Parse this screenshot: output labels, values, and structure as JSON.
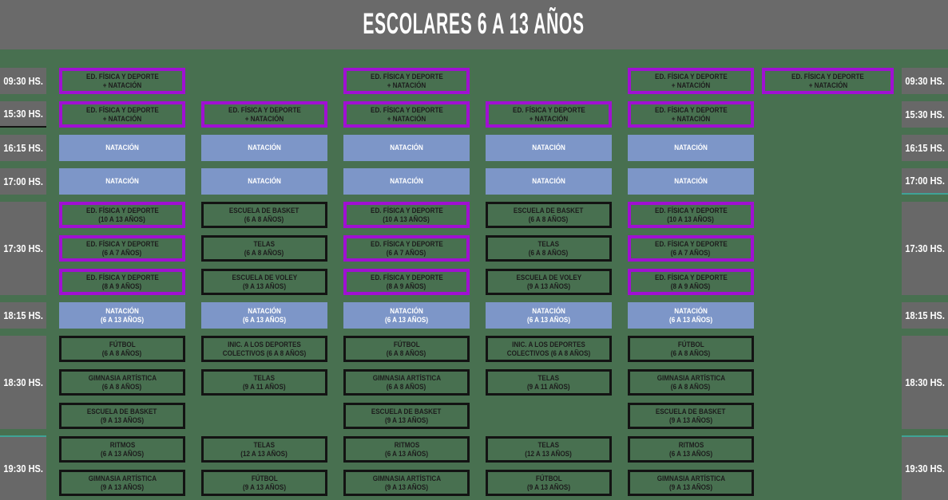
{
  "title": "ESCOLARES 6 A 13 AÑOS",
  "colors": {
    "background_green": "#487050",
    "header_gray": "#6a6a6a",
    "time_label_gray": "#686868",
    "swim_blue": "#7d96c8",
    "highlight_purple": "#a010d2",
    "card_border_dark": "#131313",
    "card_text_dark": "#1c1c1c",
    "teal_divider": "#3fa396",
    "white_text": "#ffffff"
  },
  "time_labels": [
    {
      "text": "09:30 HS.",
      "row_start": 0,
      "rows": 1
    },
    {
      "text": "15:30 HS.",
      "row_start": 1,
      "rows": 1,
      "left_dark_bottom": true
    },
    {
      "text": "16:15 HS.",
      "row_start": 2,
      "rows": 1
    },
    {
      "text": "17:00 HS.",
      "row_start": 3,
      "rows": 1,
      "right_teal_bottom": true
    },
    {
      "text": "17:30 HS.",
      "row_start": 4,
      "rows": 3
    },
    {
      "text": "18:15 HS.",
      "row_start": 7,
      "rows": 1
    },
    {
      "text": "18:30 HS.",
      "row_start": 8,
      "rows": 3
    },
    {
      "text": "19:30 HS.",
      "row_start": 11,
      "rows": 2,
      "teal_top": true,
      "extend_bottom": true
    }
  ],
  "cards": [
    {
      "r": 0,
      "c": 0,
      "t": "purple",
      "l1": "ED. FÍSICA Y DEPORTE",
      "l2": "+ NATACIÓN"
    },
    {
      "r": 0,
      "c": 2,
      "t": "purple",
      "l1": "ED. FÍSICA Y DEPORTE",
      "l2": "+ NATACIÓN"
    },
    {
      "r": 0,
      "c": 4,
      "t": "purple",
      "l1": "ED. FÍSICA Y DEPORTE",
      "l2": "+ NATACIÓN"
    },
    {
      "r": 0,
      "c": 5,
      "t": "purple",
      "l1": "ED. FÍSICA Y DEPORTE",
      "l2": "+ NATACIÓN"
    },
    {
      "r": 1,
      "c": 0,
      "t": "purple",
      "l1": "ED. FÍSICA Y DEPORTE",
      "l2": "+ NATACIÓN"
    },
    {
      "r": 1,
      "c": 1,
      "t": "purple",
      "l1": "ED. FÍSICA Y DEPORTE",
      "l2": "+ NATACIÓN"
    },
    {
      "r": 1,
      "c": 2,
      "t": "purple",
      "l1": "ED. FÍSICA Y DEPORTE",
      "l2": "+ NATACIÓN"
    },
    {
      "r": 1,
      "c": 3,
      "t": "purple",
      "l1": "ED. FÍSICA Y DEPORTE",
      "l2": "+ NATACIÓN"
    },
    {
      "r": 1,
      "c": 4,
      "t": "purple",
      "l1": "ED. FÍSICA Y DEPORTE",
      "l2": "+ NATACIÓN"
    },
    {
      "r": 2,
      "c": 0,
      "t": "blue",
      "l1": "NATACIÓN"
    },
    {
      "r": 2,
      "c": 1,
      "t": "blue",
      "l1": "NATACIÓN"
    },
    {
      "r": 2,
      "c": 2,
      "t": "blue",
      "l1": "NATACIÓN"
    },
    {
      "r": 2,
      "c": 3,
      "t": "blue",
      "l1": "NATACIÓN"
    },
    {
      "r": 2,
      "c": 4,
      "t": "blue",
      "l1": "NATACIÓN"
    },
    {
      "r": 3,
      "c": 0,
      "t": "blue",
      "l1": "NATACIÓN"
    },
    {
      "r": 3,
      "c": 1,
      "t": "blue",
      "l1": "NATACIÓN"
    },
    {
      "r": 3,
      "c": 2,
      "t": "blue",
      "l1": "NATACIÓN"
    },
    {
      "r": 3,
      "c": 3,
      "t": "blue",
      "l1": "NATACIÓN"
    },
    {
      "r": 3,
      "c": 4,
      "t": "blue",
      "l1": "NATACIÓN"
    },
    {
      "r": 4,
      "c": 0,
      "t": "purple",
      "l1": "ED. FÍSICA Y DEPORTE",
      "l2": "(10 A 13 AÑOS)"
    },
    {
      "r": 4,
      "c": 1,
      "t": "dark",
      "l1": "ESCUELA DE BASKET",
      "l2": "(6 A 8 AÑOS)"
    },
    {
      "r": 4,
      "c": 2,
      "t": "purple",
      "l1": "ED. FÍSICA Y DEPORTE",
      "l2": "(10 A 13 AÑOS)"
    },
    {
      "r": 4,
      "c": 3,
      "t": "dark",
      "l1": "ESCUELA DE BASKET",
      "l2": "(6 A 8 AÑOS)"
    },
    {
      "r": 4,
      "c": 4,
      "t": "purple",
      "l1": "ED. FÍSICA Y DEPORTE",
      "l2": "(10 A 13 AÑOS)"
    },
    {
      "r": 5,
      "c": 0,
      "t": "purple",
      "l1": "ED. FÍSICA Y DEPORTE",
      "l2": "(6 A 7 AÑOS)"
    },
    {
      "r": 5,
      "c": 1,
      "t": "dark",
      "l1": "TELAS",
      "l2": "(6 A 8 AÑOS)"
    },
    {
      "r": 5,
      "c": 2,
      "t": "purple",
      "l1": "ED. FÍSICA Y DEPORTE",
      "l2": "(6 A 7 AÑOS)"
    },
    {
      "r": 5,
      "c": 3,
      "t": "dark",
      "l1": "TELAS",
      "l2": "(6 A 8 AÑOS)"
    },
    {
      "r": 5,
      "c": 4,
      "t": "purple",
      "l1": "ED. FÍSICA Y DEPORTE",
      "l2": "(6 A 7 AÑOS)"
    },
    {
      "r": 6,
      "c": 0,
      "t": "purple",
      "l1": "ED. FÍSICA Y DEPORTE",
      "l2": "(8 A 9 AÑOS)"
    },
    {
      "r": 6,
      "c": 1,
      "t": "dark",
      "l1": "ESCUELA DE VOLEY",
      "l2": "(9 A 13 AÑOS)"
    },
    {
      "r": 6,
      "c": 2,
      "t": "purple",
      "l1": "ED. FÍSICA Y DEPORTE",
      "l2": "(8 A 9 AÑOS)"
    },
    {
      "r": 6,
      "c": 3,
      "t": "dark",
      "l1": "ESCUELA DE VOLEY",
      "l2": "(9 A 13 AÑOS)"
    },
    {
      "r": 6,
      "c": 4,
      "t": "purple",
      "l1": "ED. FÍSICA Y DEPORTE",
      "l2": "(8 A 9 AÑOS)"
    },
    {
      "r": 7,
      "c": 0,
      "t": "blue",
      "l1": "NATACIÓN",
      "l2": "(6 A 13 AÑOS)"
    },
    {
      "r": 7,
      "c": 1,
      "t": "blue",
      "l1": "NATACIÓN",
      "l2": "(6 A 13 AÑOS)"
    },
    {
      "r": 7,
      "c": 2,
      "t": "blue",
      "l1": "NATACIÓN",
      "l2": "(6 A 13 AÑOS)"
    },
    {
      "r": 7,
      "c": 3,
      "t": "blue",
      "l1": "NATACIÓN",
      "l2": "(6 A 13 AÑOS)"
    },
    {
      "r": 7,
      "c": 4,
      "t": "blue",
      "l1": "NATACIÓN",
      "l2": "(6 A 13 AÑOS)"
    },
    {
      "r": 8,
      "c": 0,
      "t": "dark",
      "l1": "FÚTBOL",
      "l2": "(6 A 8 AÑOS)"
    },
    {
      "r": 8,
      "c": 1,
      "t": "dark",
      "l1": "INIC. A LOS DEPORTES",
      "l2": "COLECTIVOS (6 A 8 AÑOS)"
    },
    {
      "r": 8,
      "c": 2,
      "t": "dark",
      "l1": "FÚTBOL",
      "l2": "(6 A 8 AÑOS)"
    },
    {
      "r": 8,
      "c": 3,
      "t": "dark",
      "l1": "INIC. A LOS DEPORTES",
      "l2": "COLECTIVOS (6 A 8 AÑOS)"
    },
    {
      "r": 8,
      "c": 4,
      "t": "dark",
      "l1": "FÚTBOL",
      "l2": "(6 A 8 AÑOS)"
    },
    {
      "r": 9,
      "c": 0,
      "t": "dark",
      "l1": "GIMNASIA ARTÍSTICA",
      "l2": "(6 A 8 AÑOS)"
    },
    {
      "r": 9,
      "c": 1,
      "t": "dark",
      "l1": "TELAS",
      "l2": "(9 A 11 AÑOS)"
    },
    {
      "r": 9,
      "c": 2,
      "t": "dark",
      "l1": "GIMNASIA ARTÍSTICA",
      "l2": "(6 A 8 AÑOS)"
    },
    {
      "r": 9,
      "c": 3,
      "t": "dark",
      "l1": "TELAS",
      "l2": "(9 A 11 AÑOS)"
    },
    {
      "r": 9,
      "c": 4,
      "t": "dark",
      "l1": "GIMNASIA ARTÍSTICA",
      "l2": "(6 A 8 AÑOS)"
    },
    {
      "r": 10,
      "c": 0,
      "t": "dark",
      "l1": "ESCUELA DE BASKET",
      "l2": "(9 A 13 AÑOS)"
    },
    {
      "r": 10,
      "c": 2,
      "t": "dark",
      "l1": "ESCUELA DE BASKET",
      "l2": "(9 A 13 AÑOS)"
    },
    {
      "r": 10,
      "c": 4,
      "t": "dark",
      "l1": "ESCUELA DE BASKET",
      "l2": "(9 A 13 AÑOS)"
    },
    {
      "r": 11,
      "c": 0,
      "t": "dark",
      "l1": "RITMOS",
      "l2": "(6 A 13 AÑOS)"
    },
    {
      "r": 11,
      "c": 1,
      "t": "dark",
      "l1": "TELAS",
      "l2": "(12 A 13 AÑOS)"
    },
    {
      "r": 11,
      "c": 2,
      "t": "dark",
      "l1": "RITMOS",
      "l2": "(6 A 13 AÑOS)"
    },
    {
      "r": 11,
      "c": 3,
      "t": "dark",
      "l1": "TELAS",
      "l2": "(12 A 13 AÑOS)"
    },
    {
      "r": 11,
      "c": 4,
      "t": "dark",
      "l1": "RITMOS",
      "l2": "(6 A 13 AÑOS)"
    },
    {
      "r": 12,
      "c": 0,
      "t": "dark",
      "l1": "GIMNASIA ARTÍSTICA",
      "l2": "(9 A 13 AÑOS)"
    },
    {
      "r": 12,
      "c": 1,
      "t": "dark",
      "l1": "FÚTBOL",
      "l2": "(9 A 13 AÑOS)"
    },
    {
      "r": 12,
      "c": 2,
      "t": "dark",
      "l1": "GIMNASIA ARTÍSTICA",
      "l2": "(9 A 13 AÑOS)"
    },
    {
      "r": 12,
      "c": 3,
      "t": "dark",
      "l1": "FÚTBOL",
      "l2": "(9 A 13 AÑOS)"
    },
    {
      "r": 12,
      "c": 4,
      "t": "dark",
      "l1": "GIMNASIA ARTÍSTICA",
      "l2": "(9 A 13 AÑOS)"
    }
  ]
}
